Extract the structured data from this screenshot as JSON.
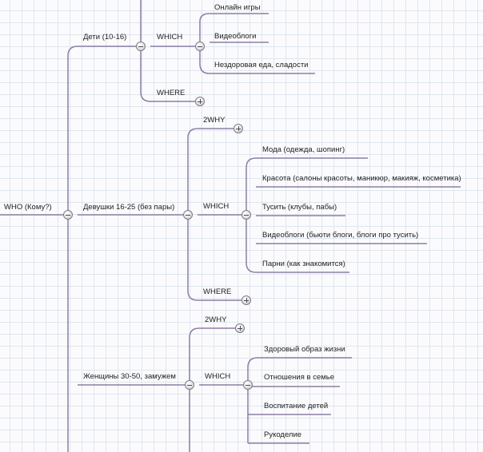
{
  "root": {
    "label": "WHO (Кому?)"
  },
  "kids": {
    "label": "Дети (10-16)",
    "which": {
      "label": "WHICH",
      "items": [
        "Онлайн игры",
        "Видеоблоги",
        "Нездоровая еда, сладости"
      ]
    },
    "where": {
      "label": "WHERE"
    }
  },
  "girls": {
    "label": "Девушки 16-25 (без пары)",
    "why": {
      "label": "2WHY"
    },
    "which": {
      "label": "WHICH",
      "items": [
        "Мода (одежда, шопинг)",
        "Красота (салоны красоты, маникюр, макияж, косметика)",
        "Тусить (клубы, пабы)",
        "Видеоблоги (бьюти блоги, блоги про тусить)",
        "Парни (как знакомится)"
      ]
    },
    "where": {
      "label": "WHERE"
    }
  },
  "women": {
    "label": "Женщины 30-50, замужем",
    "why": {
      "label": "2WHY"
    },
    "which": {
      "label": "WHICH",
      "items": [
        "Здоровый образ жизни",
        "Отношения в семье",
        "Воспитание детей",
        "Рукоделие"
      ]
    }
  }
}
